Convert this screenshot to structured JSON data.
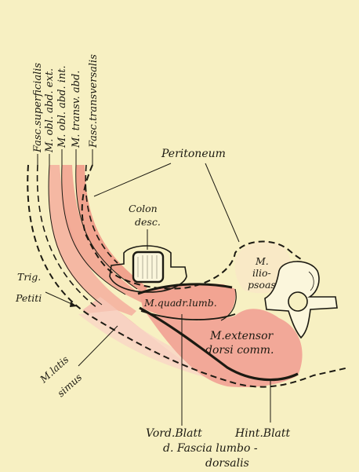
{
  "colors": {
    "background": "#f7f0c2",
    "ink": "#1c1a12",
    "muscle": "#f2a898",
    "muscle_light": "#f6c6b4",
    "bone": "#fbf6dc"
  },
  "labels": {
    "layers": [
      "Fasc.superficialis",
      "M. obl. abd. ext.",
      "M. obl. abd. int.",
      "M. transv. abd.",
      "Fasc.transversalis"
    ],
    "peritoneum": "Peritoneum",
    "colon_line1": "Colon",
    "colon_line2": "desc.",
    "iliopsoas_line1": "M.",
    "iliopsoas_line2": "ilio-",
    "iliopsoas_line3": "psoas",
    "trig_line1": "Trig.",
    "trig_line2": "Petiti",
    "quadratus": "M.quadr.lumb.",
    "extensor_line1": "M.extensor",
    "extensor_line2": "dorsi comm.",
    "latissimus_line1": "M.latis",
    "latissimus_line2": "simus",
    "vord_blatt": "Vord.Blatt",
    "hint_blatt": "Hint.Blatt",
    "fascia_line1": "d. Fascia  lumbo -",
    "fascia_line2": "dorsalis"
  }
}
